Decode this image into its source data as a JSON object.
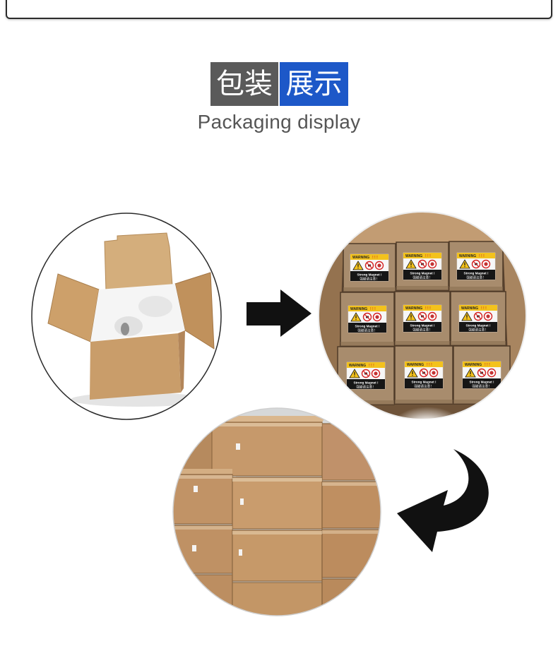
{
  "header": {
    "title_part1": "包装",
    "title_part2": "展示",
    "subtitle": "Packaging display"
  },
  "warning_label": {
    "word": "WARNING",
    "marks": "! ! !",
    "line1": "Strong Magnet !",
    "line2": "强磁请注意！"
  },
  "icons": {
    "step_arrow": "right-arrow-icon",
    "return_arrow": "curved-arrow-icon",
    "label_icons": [
      "hazard-triangle-icon",
      "prohibited-circle-icon",
      "caution-circle-icon"
    ]
  },
  "colors": {
    "title_gray": "#5a5a5a",
    "title_blue": "#1d58c8",
    "subtitle": "#555555",
    "arrow": "#111111",
    "cardboard": "#c89b6b",
    "label_yellow": "#f3c21d",
    "label_red": "#d32222"
  }
}
